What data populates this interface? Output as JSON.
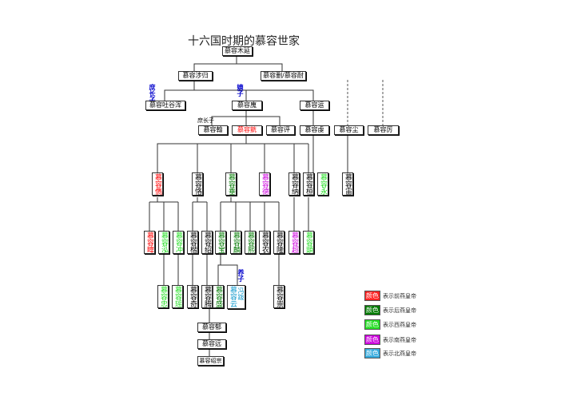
{
  "title": "十六国时期的慕容世家",
  "colors": {
    "former_yan": "#ff0000",
    "later_yan": "#007a00",
    "western_yan": "#22dd22",
    "southern_yan": "#cc00dd",
    "northern_yan": "#1199cc"
  },
  "labels": {
    "eldest_concubine_son": "庶长子",
    "legit_son": "嫡子",
    "eldest_concubine_son2": "庶长子",
    "adopted": "养子"
  },
  "nodes": {
    "muyan": "慕容木延",
    "shegui": "慕容涉归",
    "shan": "慕容删/慕容耐",
    "tuyuhun": "慕容吐谷浑",
    "hui": "慕容廆",
    "yun0": "慕容运",
    "han": "慕容翰",
    "huang": "慕容皝",
    "ping": "慕容评",
    "qian": "慕容虔",
    "chen": "慕容尘",
    "li": "慕容厉",
    "jun": "慕容儁",
    "ke": "慕容恪",
    "chui": "慕容垂",
    "de": "慕容德",
    "na": "慕容纳",
    "huan": "慕容桓",
    "yong": "慕容永",
    "zhou": "慕容宙",
    "wei": "慕容暐",
    "hong": "慕容泓",
    "chong": "慕容冲",
    "kai": "慕容楷",
    "shao": "慕容绍",
    "bao": "慕容宝",
    "lin": "慕容麟",
    "xi": "慕容熙",
    "nong": "慕容农",
    "long": "慕容隆",
    "chao": "慕容超",
    "yi": "慕容顗",
    "zhong": "慕容忠",
    "yao": "慕容瑶",
    "qi": "慕容奇",
    "teng": "慕容腾",
    "sheng": "慕容盛",
    "yun": "慕容云",
    "fengba": "冯跋",
    "chongz": "慕容崇",
    "yu": "慕容郁",
    "yuan": "慕容远",
    "shaozong": "慕容绍宗"
  },
  "legend": [
    {
      "swatch": "颜色",
      "text": "表示前燕皇帝"
    },
    {
      "swatch": "颜色",
      "text": "表示后燕皇帝"
    },
    {
      "swatch": "颜色",
      "text": "表示西燕皇帝"
    },
    {
      "swatch": "颜色",
      "text": "表示南燕皇帝"
    },
    {
      "swatch": "颜色",
      "text": "表示北燕皇帝"
    }
  ]
}
